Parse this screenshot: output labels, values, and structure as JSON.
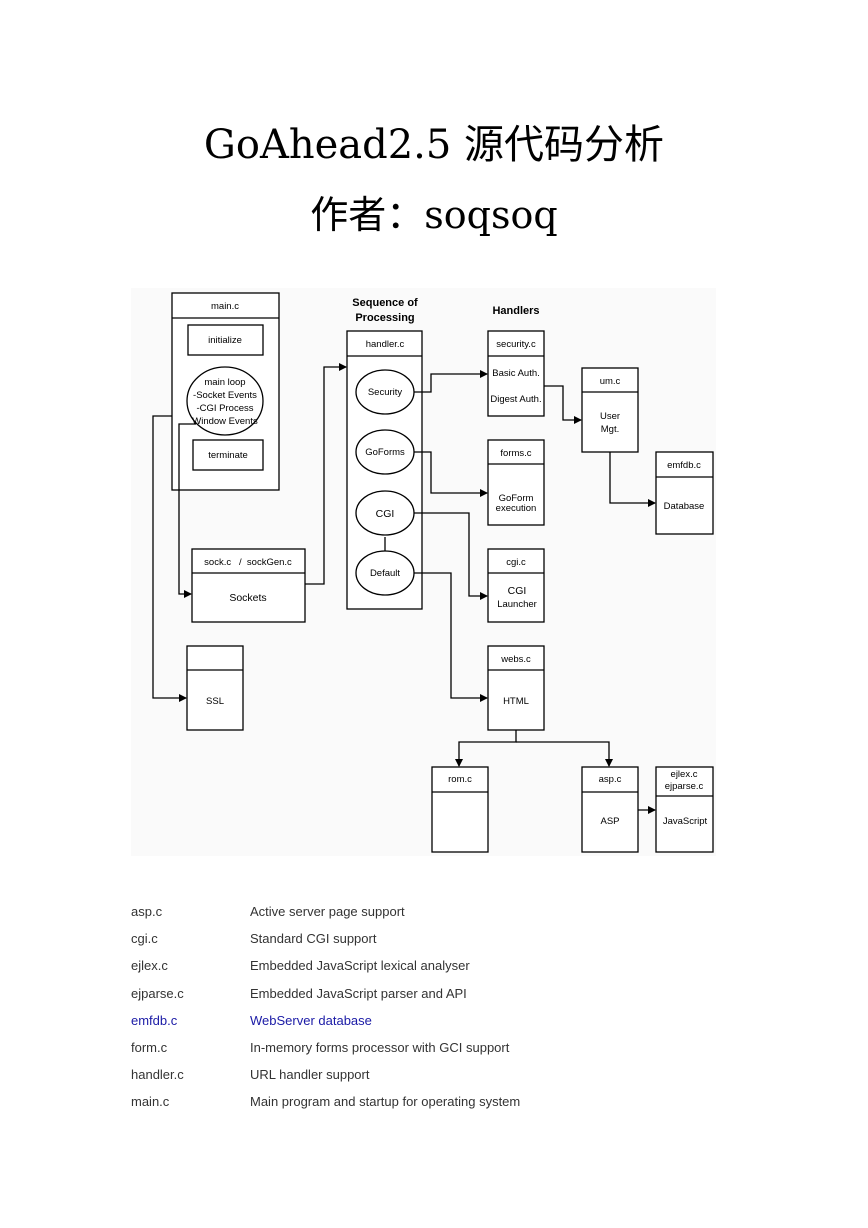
{
  "title": "GoAhead2.5 源代码分析",
  "author_line": "作者：soqsoq",
  "diagram": {
    "heading_sequence": [
      "Sequence of",
      "Processing"
    ],
    "heading_handlers": "Handlers",
    "main_c": {
      "title": "main.c",
      "initialize": "initialize",
      "loop_lines": [
        "main loop",
        "-Socket Events",
        "-CGI Process",
        "Window Events"
      ],
      "terminate": "terminate"
    },
    "sock": {
      "title": "sock.c   /  sockGen.c",
      "body": "Sockets"
    },
    "ssl": {
      "body": "SSL"
    },
    "handler_c": {
      "title": "handler.c",
      "items": [
        "Security",
        "GoForms",
        "CGI",
        "Default"
      ]
    },
    "security_c": {
      "title": "security.c",
      "lines": [
        "Basic Auth.",
        "Digest Auth."
      ]
    },
    "um_c": {
      "title": "um.c",
      "lines": [
        "User",
        "Mgt."
      ]
    },
    "emfdb_c": {
      "title": "emfdb.c",
      "body": "Database"
    },
    "forms_c": {
      "title": "forms.c",
      "lines": [
        "GoForm",
        "execution"
      ]
    },
    "cgi_c": {
      "title": "cgi.c",
      "lines": [
        "CGI",
        "Launcher"
      ]
    },
    "webs_c": {
      "title": "webs.c",
      "body": "HTML"
    },
    "rom_c": {
      "title": "rom.c"
    },
    "asp_c": {
      "title": "asp.c",
      "body": "ASP"
    },
    "ejlex_c": {
      "title_lines": [
        "ejlex.c",
        "ejparse.c"
      ],
      "body": "JavaScript"
    }
  },
  "files": [
    {
      "name": "asp.c",
      "desc": "Active server page support",
      "link": false
    },
    {
      "name": "cgi.c",
      "desc": "Standard CGI support",
      "link": false
    },
    {
      "name": "ejlex.c",
      "desc": "Embedded JavaScript lexical analyser",
      "link": false
    },
    {
      "name": "ejparse.c",
      "desc": "Embedded JavaScript parser and API",
      "link": false
    },
    {
      "name": "emfdb.c",
      "desc": "WebServer database",
      "link": true
    },
    {
      "name": "form.c",
      "desc": "In-memory forms processor with GCI support",
      "link": false
    },
    {
      "name": "handler.c",
      "desc": "URL handler support",
      "link": false
    },
    {
      "name": "main.c",
      "desc": "Main program and startup for operating system",
      "link": false
    }
  ]
}
